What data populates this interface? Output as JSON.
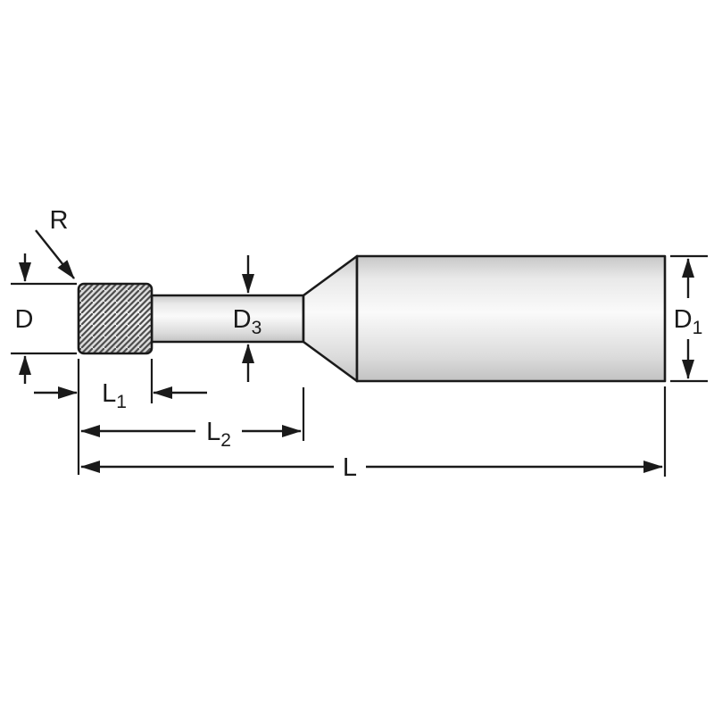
{
  "diagram": {
    "labels": {
      "corner_radius": "R",
      "cutting_diameter": "D",
      "neck_diameter": {
        "base": "D",
        "sub": "3"
      },
      "shank_diameter": {
        "base": "D",
        "sub": "1"
      },
      "cut_length": {
        "base": "L",
        "sub": "1"
      },
      "reach_length": {
        "base": "L",
        "sub": "2"
      },
      "overall_length": "L"
    }
  },
  "colors": {
    "outline": "#1a1a1a",
    "hatch": "#4d4d4d",
    "fill_light": "#fafafa",
    "fill_mid": "#dadada",
    "fill_dark": "#c4c4c4",
    "background": "#ffffff"
  }
}
